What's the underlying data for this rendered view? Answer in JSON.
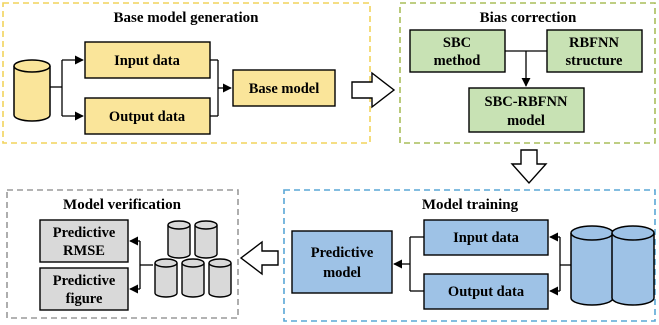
{
  "panels": {
    "base": {
      "title": "Base model generation",
      "input": "Input data",
      "output": "Output data",
      "model": "Base model",
      "border_color": "#f2d45c",
      "box_fill": "#fae59a"
    },
    "bias": {
      "title": "Bias correction",
      "sbc": [
        "SBC",
        "method"
      ],
      "rbfnn": [
        "RBFNN",
        "structure"
      ],
      "combined": [
        "SBC-RBFNN",
        "model"
      ],
      "border_color": "#a9bd5a",
      "box_fill": "#c8e2b4"
    },
    "training": {
      "title": "Model training",
      "input": "Input data",
      "output": "Output data",
      "predictive": [
        "Predictive",
        "model"
      ],
      "border_color": "#5aa7d6",
      "box_fill": "#9ec2e6"
    },
    "verification": {
      "title": "Model verification",
      "rmse": [
        "Predictive",
        "RMSE"
      ],
      "figure": [
        "Predictive",
        "figure"
      ],
      "border_color": "#9a9a9a",
      "box_fill": "#d9d9d9"
    }
  },
  "icons": {
    "database": "database-icon",
    "block_arrow": "block-arrow-icon"
  }
}
